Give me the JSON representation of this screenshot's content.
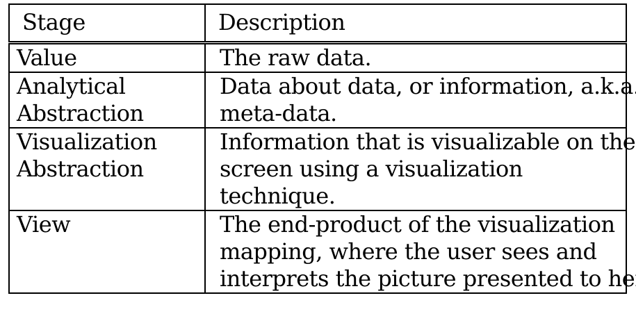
{
  "table": {
    "headers": [
      "Stage",
      "Description"
    ],
    "rows": [
      {
        "stage": [
          "Value"
        ],
        "description": [
          "The raw data."
        ]
      },
      {
        "stage": [
          "Analytical",
          "Abstraction"
        ],
        "description": [
          "Data about data, or information, a.k.a.",
          "meta-data."
        ]
      },
      {
        "stage": [
          "Visualization",
          "Abstraction"
        ],
        "description": [
          "Information that is visualizable on the",
          "screen using a visualization",
          "technique."
        ]
      },
      {
        "stage": [
          "View"
        ],
        "description": [
          "The end-product of the visualization",
          "mapping, where the user sees and",
          "interprets the picture presented to her."
        ]
      }
    ]
  }
}
